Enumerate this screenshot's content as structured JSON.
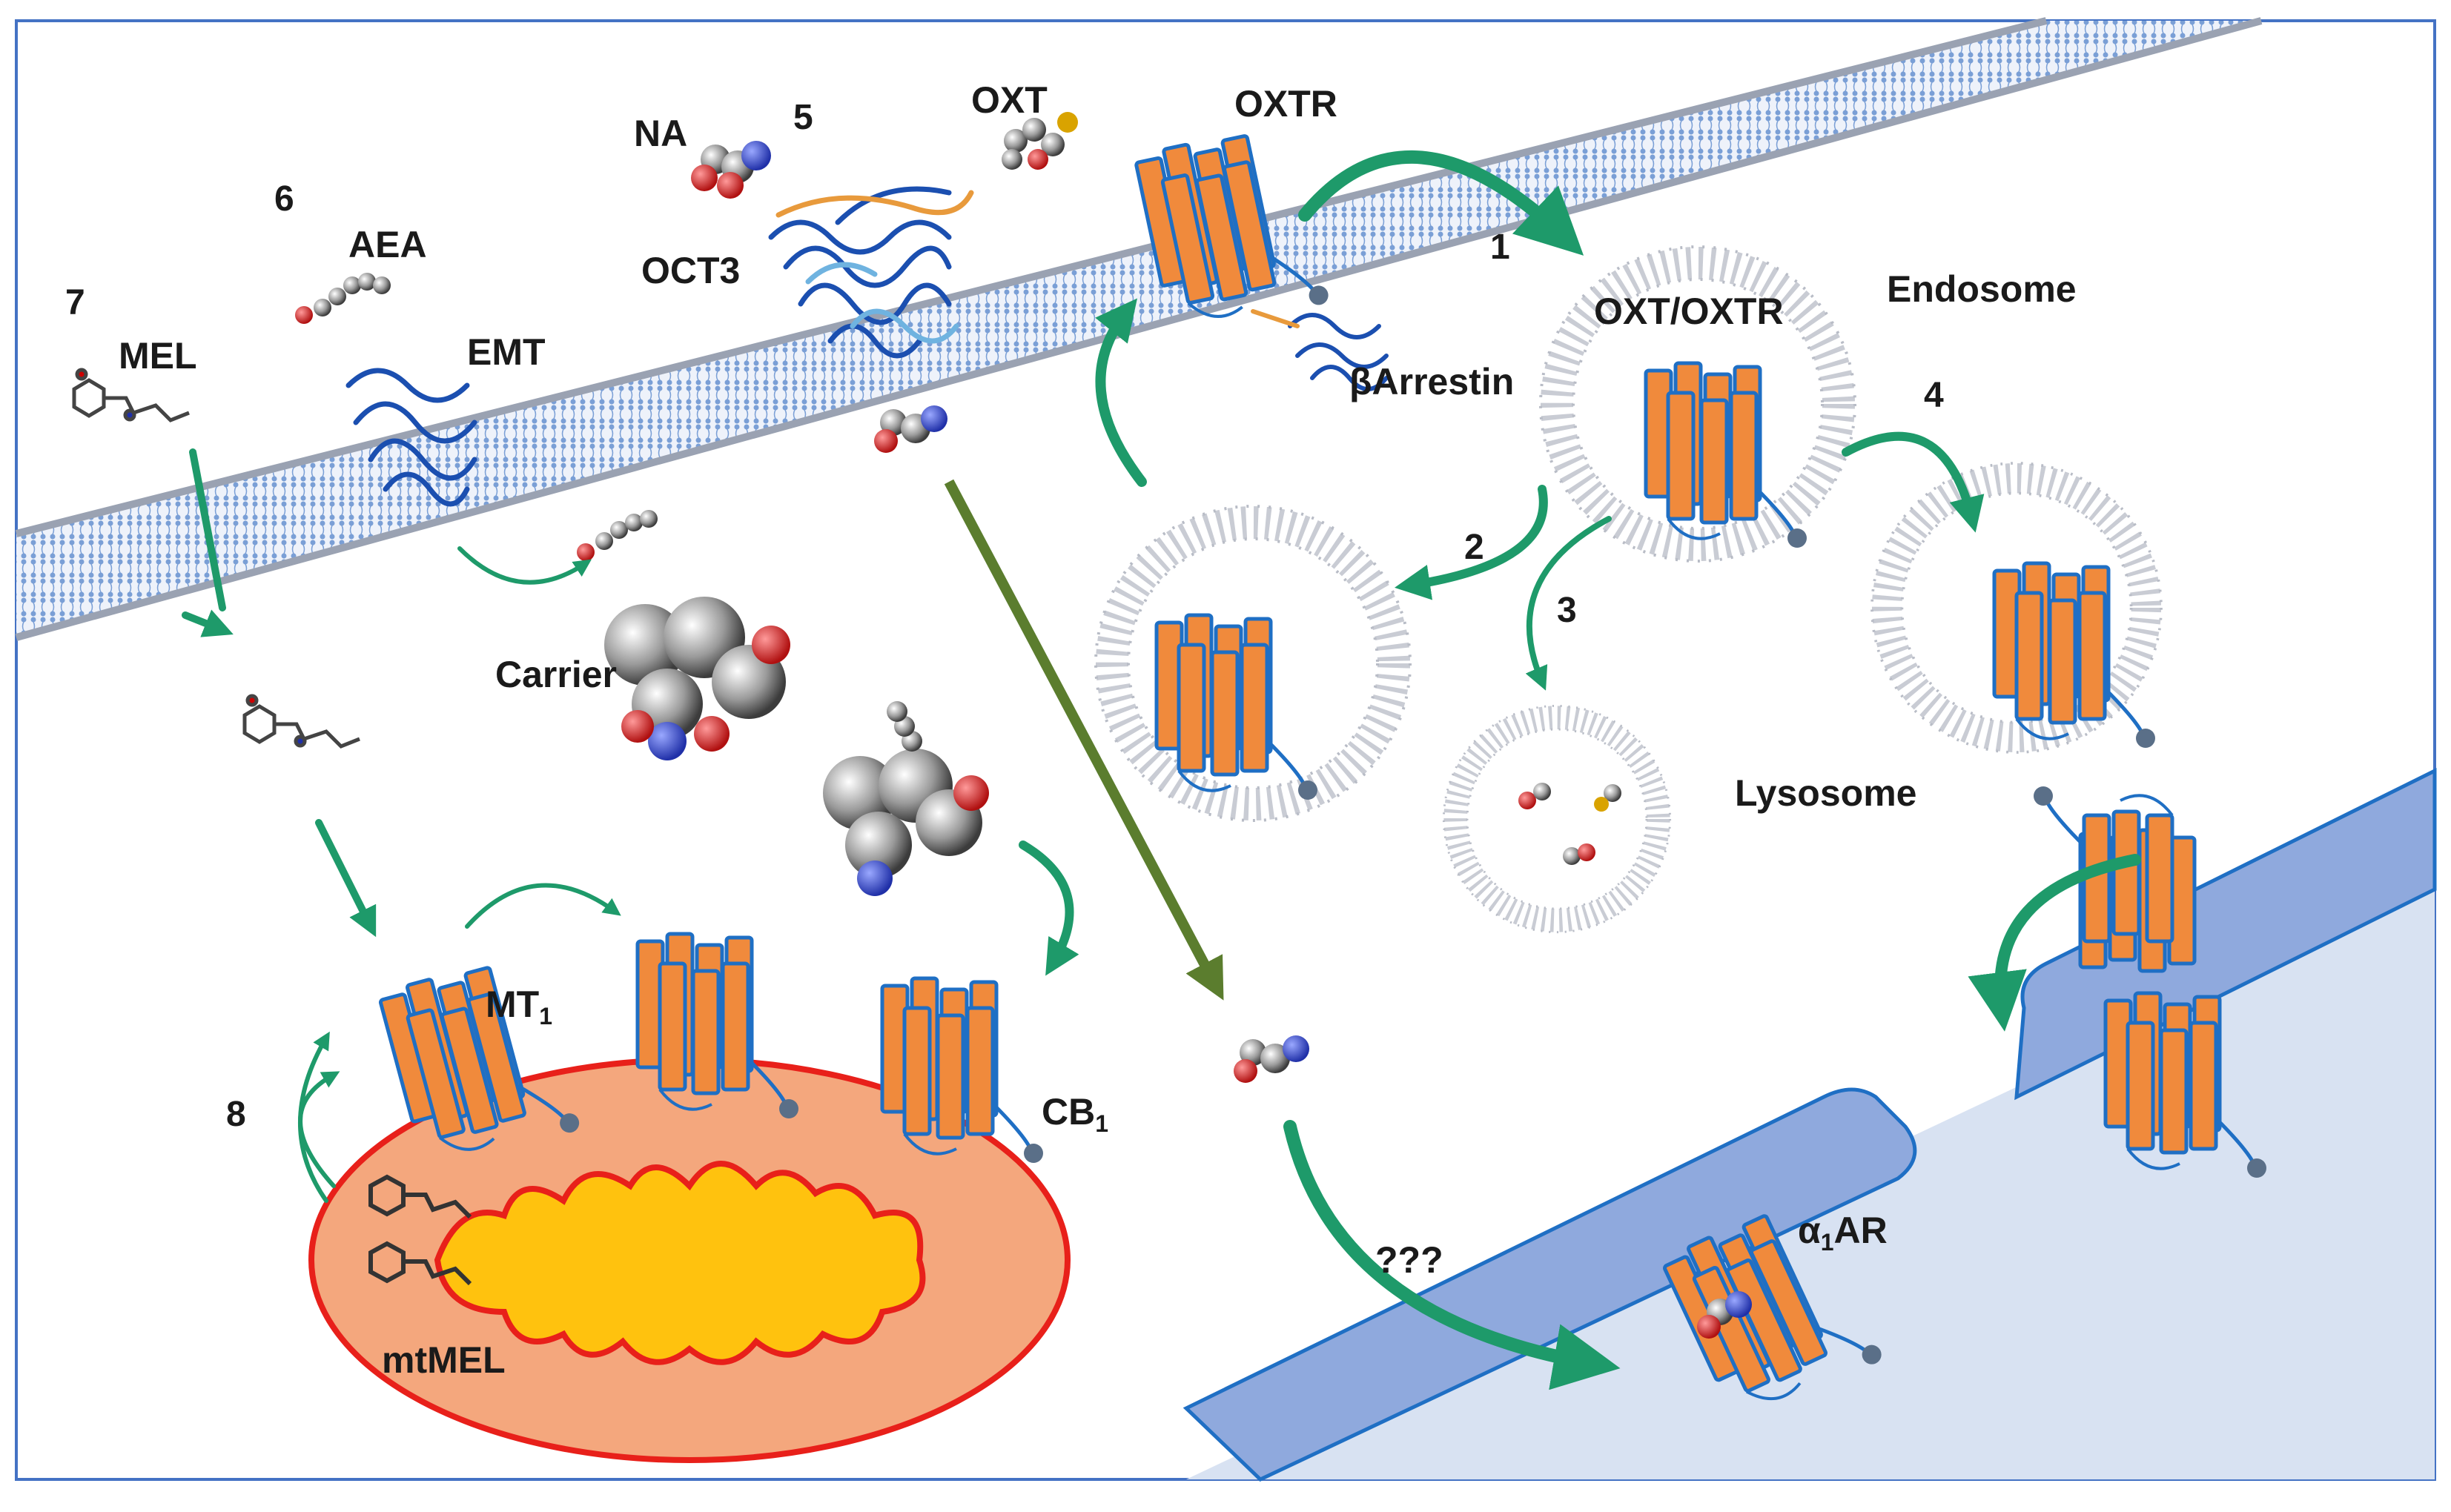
{
  "colors": {
    "frame": "#4472c4",
    "membrane_blue": "#7a9fd6",
    "receptor_orange": "#f08a3c",
    "receptor_outline": "#1f6fc4",
    "arrow_green": "#1e9a6a",
    "olive_arrow": "#5b7d2e",
    "plasma_membrane_fill": "#8fa9dd",
    "extracellular_fill": "#d8e2f2",
    "mito_fill": "#f4a77d",
    "mito_outline": "#e8201a",
    "mito_cristae": "#ffc20e",
    "vesicle_lipid": "#b8bcc6"
  },
  "labels": {
    "mel": "MEL",
    "aea": "AEA",
    "na": "NA",
    "oxt": "OXT",
    "oxtr": "OXTR",
    "oct3": "OCT3",
    "emt": "EMT",
    "arrestin": "βArrestin",
    "endosome": "Endosome",
    "oxt_oxtr": "OXT/OXTR",
    "lysosome": "Lysosome",
    "carrier": "Carrier",
    "mt1_main": "MT",
    "mt1_sub": "1",
    "cb1_main": "CB",
    "cb1_sub": "1",
    "mtmel": "mtMEL",
    "alpha1ar_prefix": "α",
    "alpha1ar_sub": "1",
    "alpha1ar_main": "AR",
    "unknown": "???"
  },
  "step_numbers": {
    "n1": "1",
    "n2": "2",
    "n3": "3",
    "n4": "4",
    "n5": "5",
    "n6": "6",
    "n7": "7",
    "n8": "8"
  },
  "icons": [
    "gpcr-receptor-icon",
    "molecule-icon",
    "protein-ribbon-icon",
    "vesicle-icon",
    "mitochondrion-icon",
    "arrow-icon"
  ]
}
